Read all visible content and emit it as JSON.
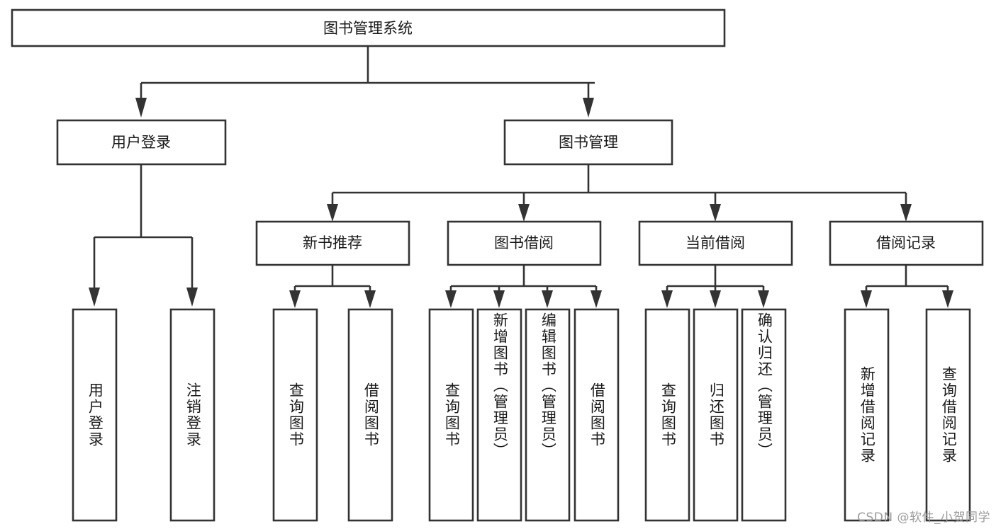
{
  "diagram": {
    "type": "tree-hierarchy",
    "title": "图书管理系统",
    "watermark": "CSDN @软件_小贺同学",
    "colors": {
      "background": "#ffffff",
      "box_fill": "#ffffff",
      "box_stroke": "#333333",
      "text": "#1a1a1a",
      "watermark": "#9b9b9b"
    },
    "root": {
      "id": "root",
      "label": "图书管理系统",
      "orientation": "horizontal"
    },
    "level2": [
      {
        "id": "user-login",
        "label": "用户登录",
        "orientation": "horizontal"
      },
      {
        "id": "book-manage",
        "label": "图书管理",
        "orientation": "horizontal"
      }
    ],
    "level3": [
      {
        "id": "new-book-recommend",
        "label": "新书推荐",
        "orientation": "horizontal",
        "parent": "book-manage"
      },
      {
        "id": "book-borrow",
        "label": "图书借阅",
        "orientation": "horizontal",
        "parent": "book-manage"
      },
      {
        "id": "current-borrow",
        "label": "当前借阅",
        "orientation": "horizontal",
        "parent": "book-manage"
      },
      {
        "id": "borrow-record",
        "label": "借阅记录",
        "orientation": "horizontal",
        "parent": "book-manage"
      }
    ],
    "leaves": [
      {
        "id": "leaf-user-login",
        "label": "用户登录",
        "parent": "user-login",
        "orientation": "vertical"
      },
      {
        "id": "leaf-logout",
        "label": "注销登录",
        "parent": "user-login",
        "orientation": "vertical"
      },
      {
        "id": "leaf-query-book-1",
        "label": "查询图书",
        "parent": "new-book-recommend",
        "orientation": "vertical"
      },
      {
        "id": "leaf-borrow-book-1",
        "label": "借阅图书",
        "parent": "new-book-recommend",
        "orientation": "vertical"
      },
      {
        "id": "leaf-query-book-2",
        "label": "查询图书",
        "parent": "book-borrow",
        "orientation": "vertical"
      },
      {
        "id": "leaf-add-book",
        "label": "新增图书（管理员）",
        "parent": "book-borrow",
        "orientation": "vertical"
      },
      {
        "id": "leaf-edit-book",
        "label": "编辑图书（管理员）",
        "parent": "book-borrow",
        "orientation": "vertical"
      },
      {
        "id": "leaf-borrow-book-2",
        "label": "借阅图书",
        "parent": "book-borrow",
        "orientation": "vertical"
      },
      {
        "id": "leaf-query-book-3",
        "label": "查询图书",
        "parent": "current-borrow",
        "orientation": "vertical"
      },
      {
        "id": "leaf-return-book",
        "label": "归还图书",
        "parent": "current-borrow",
        "orientation": "vertical"
      },
      {
        "id": "leaf-confirm-return",
        "label": "确认归还（管理员）",
        "parent": "current-borrow",
        "orientation": "vertical"
      },
      {
        "id": "leaf-add-record",
        "label": "新增借阅记录",
        "parent": "borrow-record",
        "orientation": "vertical"
      },
      {
        "id": "leaf-query-record",
        "label": "查询借阅记录",
        "parent": "borrow-record",
        "orientation": "vertical"
      }
    ]
  }
}
